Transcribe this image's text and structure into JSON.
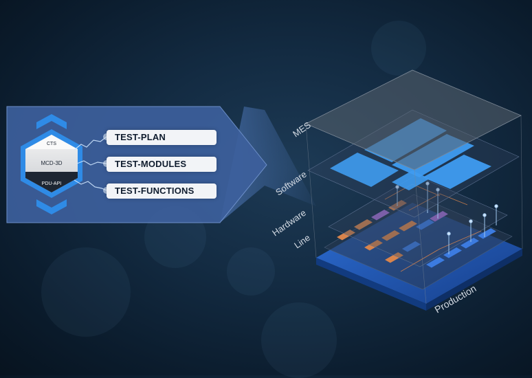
{
  "left_panel": {
    "hex_labels": {
      "top": "CTS",
      "middle": "MCD-3D",
      "bottom": "PDU-API"
    },
    "items": [
      "TEST-PLAN",
      "TEST-MODULES",
      "TEST-FUNCTIONS"
    ]
  },
  "stack": {
    "layers": [
      "MES",
      "Software",
      "Hardware",
      "Line",
      "Production"
    ]
  },
  "colors": {
    "accent": "#2f8be6",
    "panel": "#3d5f9c",
    "orange": "#d8844c",
    "base_blue": "#1a56b6"
  }
}
